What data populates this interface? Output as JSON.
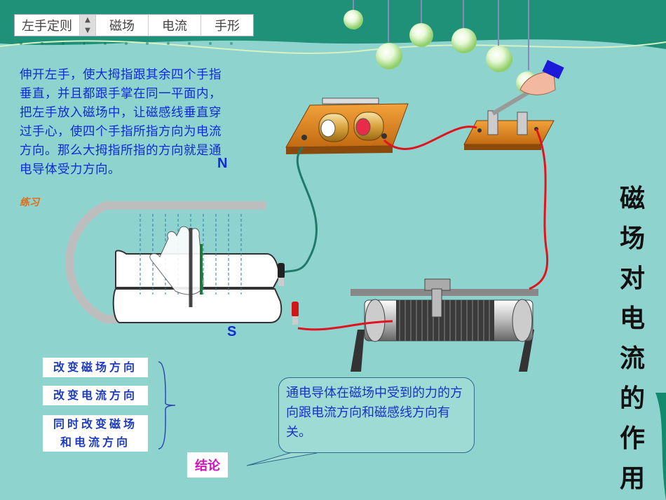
{
  "tabs": {
    "left_hand_rule": "左手定则",
    "magnetic_field": "磁场",
    "current": "电流",
    "hand_shape": "手形"
  },
  "spinner": {
    "up": "▲",
    "down": "▼"
  },
  "description": "伸开左手，使大拇指跟其余四个手指垂直，并且都跟手掌在同一平面内，把左手放入磁场中，让磁感线垂直穿过手心，使四个手指所指方向为电流方向。那么大拇指所指的方向就是通电导体受力方向。",
  "practice_link": "练习",
  "pole_labels": {
    "north": "N",
    "south": "S"
  },
  "options": {
    "change_field": "改变磁场方向",
    "change_current": "改变电流方向",
    "change_both_line1": "同时改变磁场",
    "change_both_line2": "和电流方向"
  },
  "callout_text": "通电导体在磁场中受到的力的方向跟电流方向和磁感线方向有关。",
  "conclusion_button": "结论",
  "vertical_title": [
    "磁",
    "场",
    "对",
    "电",
    "流",
    "的",
    "作",
    "用"
  ],
  "colors": {
    "background": "#8fd3cf",
    "text_blue": "#0d2bd6",
    "wire_red": "#e0141e",
    "wire_green": "#1f7a6a"
  }
}
